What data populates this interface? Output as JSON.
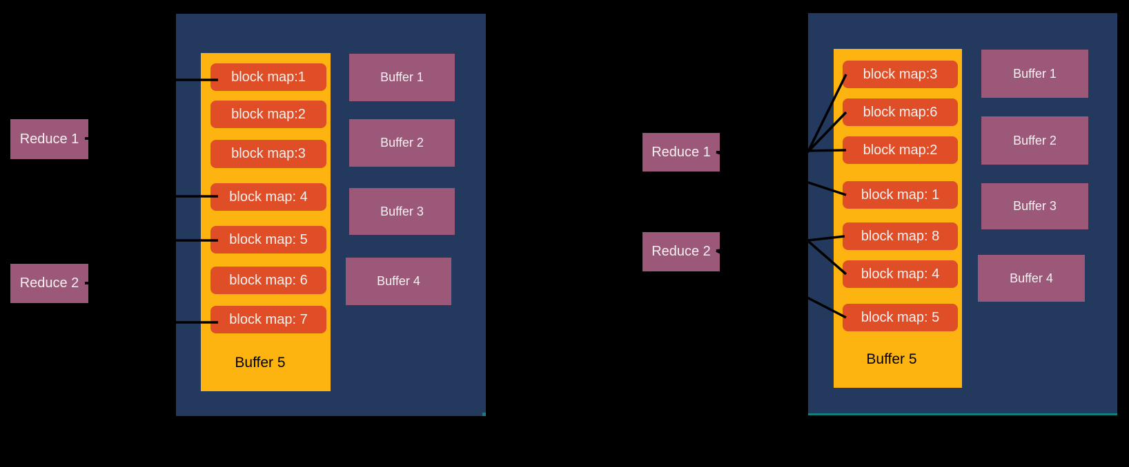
{
  "panels": {
    "left": {
      "buffer5_label": "Buffer 5",
      "blocks": [
        "block map:1",
        "block map:2",
        "block map:3",
        "block map: 4",
        "block map: 5",
        "block map: 6",
        "block map: 7"
      ],
      "buffers": [
        "Buffer 1",
        "Buffer 2",
        "Buffer 3",
        "Buffer 4"
      ],
      "reducers": [
        "Reduce 1",
        "Reduce 2"
      ]
    },
    "right": {
      "buffer5_label": "Buffer 5",
      "blocks": [
        "block map:3",
        "block map:6",
        "block map:2",
        "block map: 1",
        "block map: 8",
        "block map: 4",
        "block map: 5"
      ],
      "buffers": [
        "Buffer 1",
        "Buffer 2",
        "Buffer 3",
        "Buffer 4"
      ],
      "reducers": [
        "Reduce 1",
        "Reduce 2"
      ]
    }
  },
  "colors": {
    "background": "#000000",
    "panel": "#24395E",
    "buffer5_box": "#FDB411",
    "block": "#DF4E26",
    "buffer": "#9C5878",
    "text_light": "#F5F1F0",
    "text_dark": "#000000",
    "connector": "#000000",
    "teal_edge": "#0F807E"
  }
}
